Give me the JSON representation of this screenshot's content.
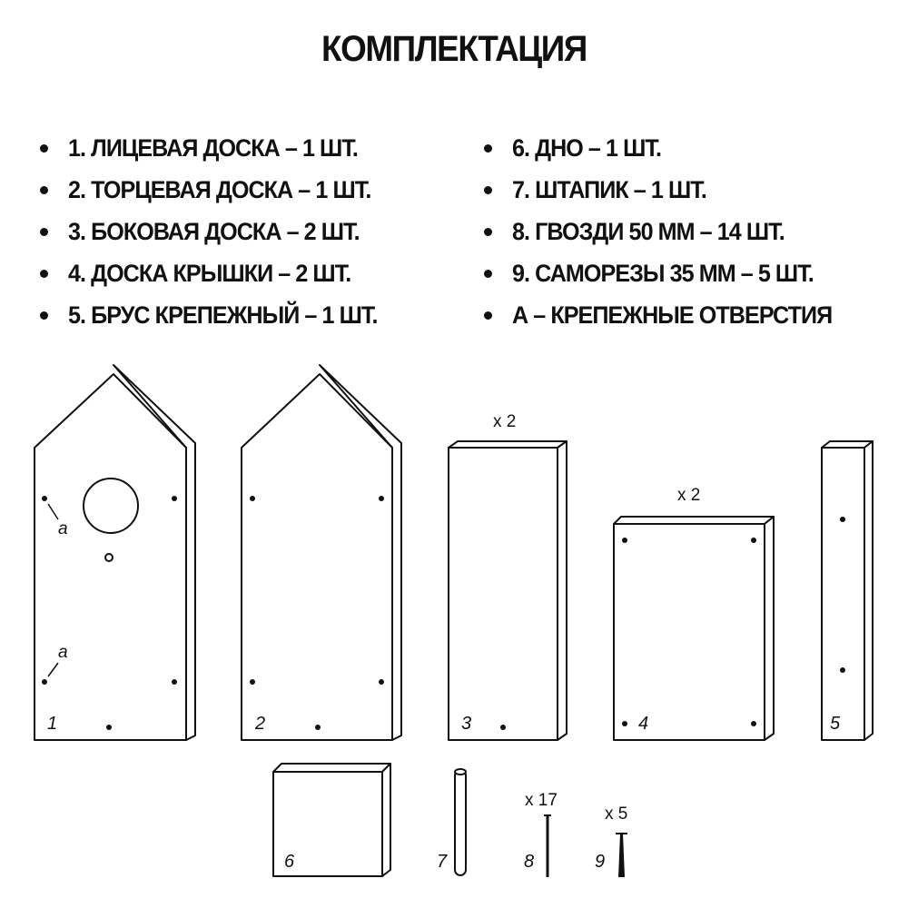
{
  "title": "КОМПЛЕКТАЦИЯ",
  "items_left": [
    "1. ЛИЦЕВАЯ ДОСКА – 1 ШТ.",
    "2. ТОРЦЕВАЯ ДОСКА – 1 ШТ.",
    "3. БОКОВАЯ ДОСКА – 2 ШТ.",
    "4. ДОСКА КРЫШКИ – 2 ШТ.",
    "5. БРУС КРЕПЕЖНЫЙ – 1 ШТ."
  ],
  "items_right": [
    "6. ДНО – 1 ШТ.",
    "7. ШТАПИК – 1 ШТ.",
    "8. ГВОЗДИ 50 ММ – 14 ШТ.",
    "9. САМОРЕЗЫ 35 ММ – 5 ШТ.",
    "А – КРЕПЕЖНЫЕ ОТВЕРСТИЯ"
  ],
  "parts": {
    "p1": "1",
    "p2": "2",
    "p3": "3",
    "p4": "4",
    "p5": "5",
    "p6": "6",
    "p7": "7",
    "p8": "8",
    "p9": "9"
  },
  "hole_marker": "а",
  "quantities": {
    "side_board": "x 2",
    "roof_board": "x 2",
    "nails": "x 17",
    "screws": "x 5"
  }
}
